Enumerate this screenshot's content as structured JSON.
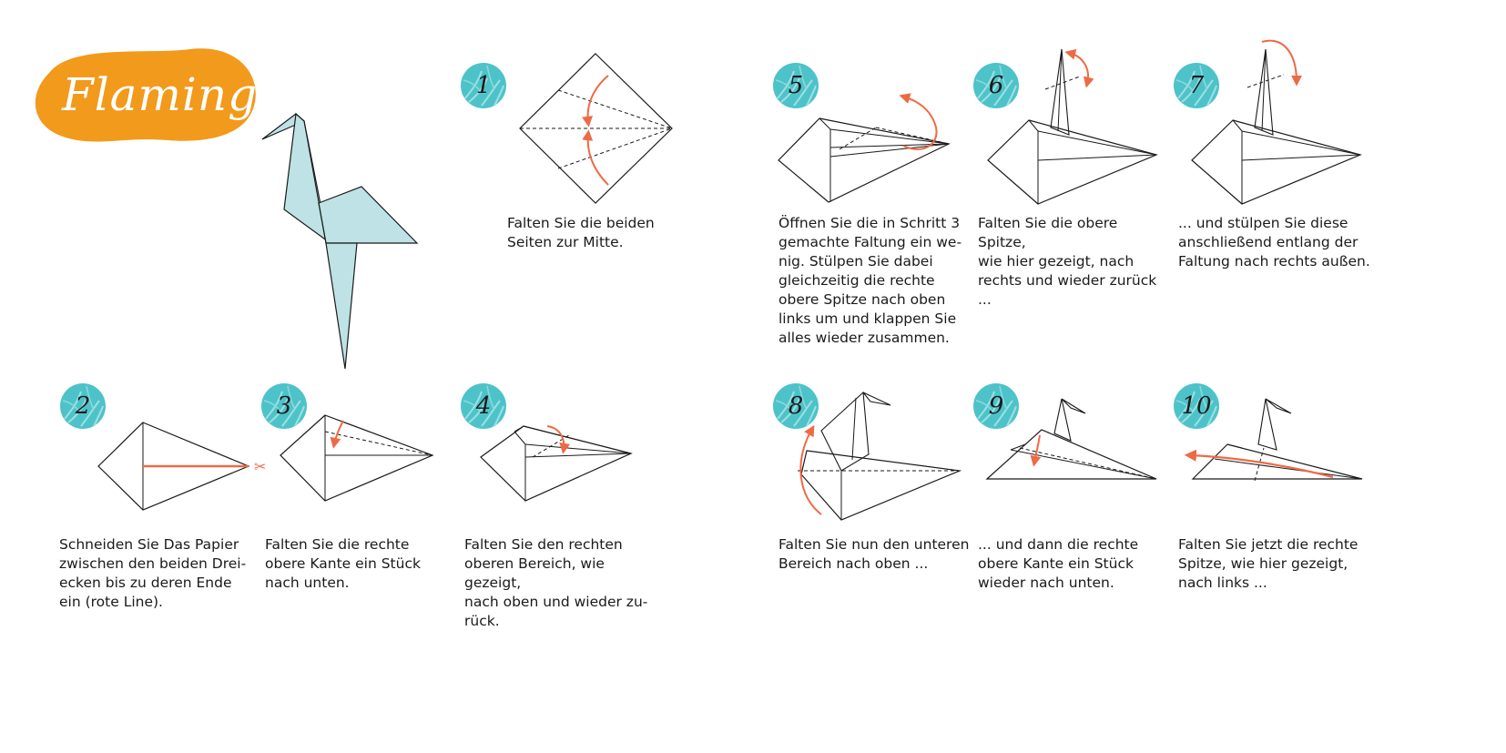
{
  "title": "Flamingo",
  "colors": {
    "orange": "#F29A1B",
    "teal": "#4DC3C9",
    "paper": "#BEE2E5",
    "arrow": "#EE6A45"
  },
  "steps": [
    {
      "num": "1",
      "caption": "Falten Sie die beiden\nSeiten zur Mitte."
    },
    {
      "num": "2",
      "caption": "Schneiden Sie Das Papier\nzwischen den beiden Drei-\necken bis zu deren Ende\nein (rote Line)."
    },
    {
      "num": "3",
      "caption": "Falten Sie die rechte\nobere Kante ein Stück\nnach unten."
    },
    {
      "num": "4",
      "caption": "Falten Sie den rechten\noberen Bereich, wie gezeigt,\nnach oben und wieder zu-\nrück."
    },
    {
      "num": "5",
      "caption": "Öffnen Sie die in Schritt 3\ngemachte Faltung ein we-\nnig. Stülpen Sie dabei\ngleichzeitig die rechte\nobere Spitze nach oben\nlinks um und klappen Sie\nalles wieder zusammen."
    },
    {
      "num": "6",
      "caption": "Falten Sie die obere Spitze,\nwie hier gezeigt, nach\nrechts und wieder zurück ..."
    },
    {
      "num": "7",
      "caption": "... und stülpen Sie diese\nanschließend entlang der\nFaltung nach rechts außen."
    },
    {
      "num": "8",
      "caption": "Falten Sie nun den unteren\nBereich nach oben ..."
    },
    {
      "num": "9",
      "caption": "... und dann die rechte\nobere Kante ein Stück\nwieder nach unten."
    },
    {
      "num": "10",
      "caption": "Falten Sie jetzt die rechte\nSpitze, wie hier gezeigt,\nnach links ..."
    }
  ]
}
